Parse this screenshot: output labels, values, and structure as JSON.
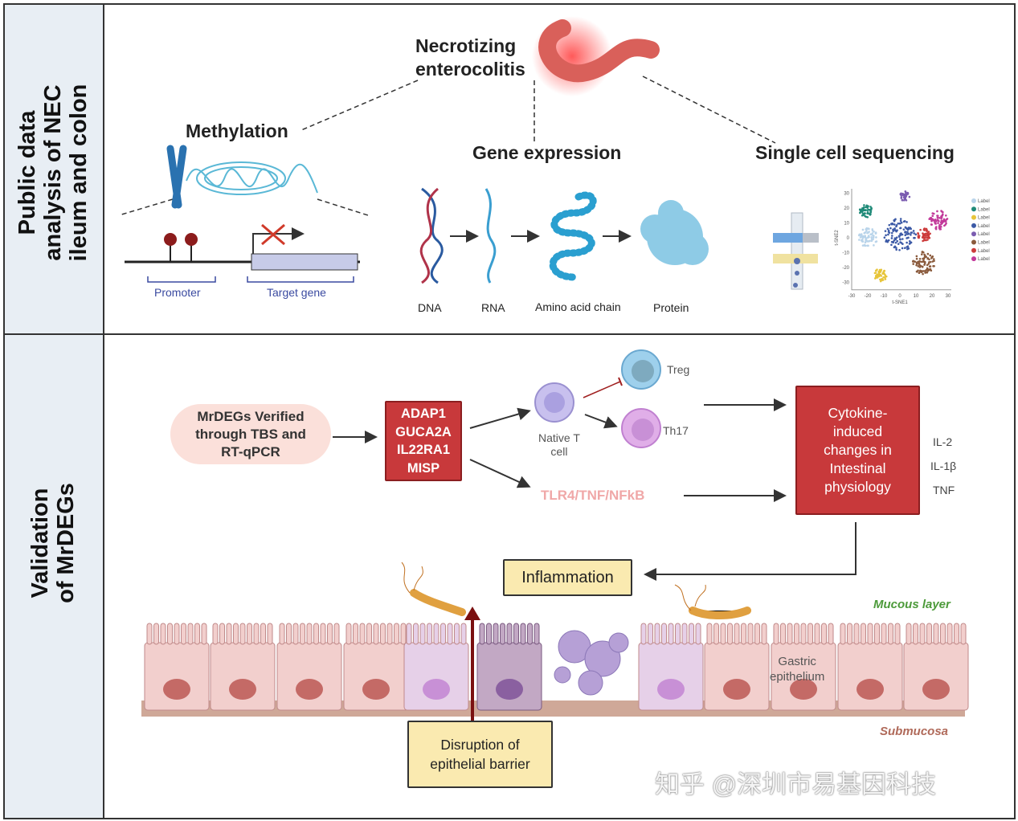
{
  "sections": {
    "top_label": "Public data\nanalysis of NEC\nileum and colon",
    "bottom_label": "Validation\nof MrDEGs"
  },
  "top": {
    "nec_title": "Necrotizing\nenterocolitis",
    "methylation": {
      "title": "Methylation",
      "promoter": "Promoter",
      "target_gene": "Target gene"
    },
    "gene_expression": {
      "title": "Gene expression",
      "steps": [
        "DNA",
        "RNA",
        "Amino acid chain",
        "Protein"
      ]
    },
    "single_cell": {
      "title": "Single cell sequencing",
      "xlabel": "t-SNE1",
      "ylabel": "t-SNE2",
      "xticks": [
        "-30",
        "-20",
        "-10",
        "0",
        "10",
        "20",
        "30"
      ],
      "yticks": [
        "30",
        "20",
        "10",
        "0",
        "-10",
        "-20",
        "-30"
      ],
      "legend": [
        {
          "label": "Label",
          "color": "#b9d4ea"
        },
        {
          "label": "Label",
          "color": "#1f8a78"
        },
        {
          "label": "Label",
          "color": "#e7c53a"
        },
        {
          "label": "Label",
          "color": "#3c5aa6"
        },
        {
          "label": "Label",
          "color": "#7b5cb0"
        },
        {
          "label": "Label",
          "color": "#8a5a3c"
        },
        {
          "label": "Label",
          "color": "#cc3b3b"
        },
        {
          "label": "Label",
          "color": "#c2399a"
        }
      ]
    }
  },
  "bottom": {
    "mrdegs": "MrDEGs Verified\nthrough TBS and\nRT-qPCR",
    "genes": "ADAP1\nGUCA2A\nIL22RA1\nMISP",
    "native_t": "Native T\ncell",
    "treg": "Treg",
    "th17": "Th17",
    "pathway": "TLR4/TNF/NFkB",
    "cytokine_box": "Cytokine-\ninduced\nchanges in\nIntestinal\nphysiology",
    "cytokines": [
      "IL-2",
      "IL-1β",
      "TNF"
    ],
    "inflammation": "Inflammation",
    "mucous_layer": "Mucous layer",
    "gastric": "Gastric\nepithelium",
    "submucosa": "Submucosa",
    "disruption": "Disruption of\nepithelial barrier"
  },
  "watermark": "知乎 @深圳市易基因科技",
  "colors": {
    "accent_red": "#c8393b",
    "pathway_pink": "#f0a8a8",
    "mucous_green": "#4c9a3a",
    "submucosa_brown": "#b06a5a"
  }
}
